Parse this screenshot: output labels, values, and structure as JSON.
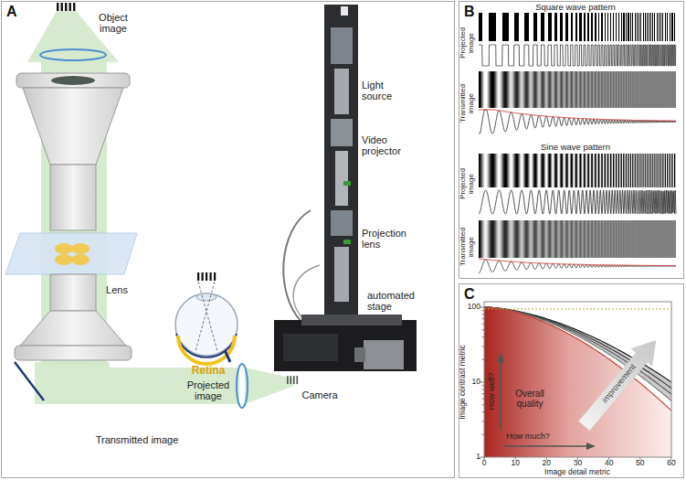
{
  "diagram": {
    "nodes": [
      {
        "text": [
          "A"
        ]
      },
      {
        "text": [
          "B"
        ]
      },
      {
        "text": [
          "C"
        ]
      }
    ],
    "labels": [
      "Object image",
      "Lens",
      "Retina",
      "Projected image",
      "Transmitted image",
      "Camera",
      "Light source",
      "Video projector",
      "Projection lens",
      "automated stage",
      "Square wave pattern",
      "Projected image",
      "Transmitted image",
      "Sine wave pattern",
      "Projected image",
      "Transmitted image",
      "100",
      "10",
      "1",
      "0",
      "10",
      "20",
      "30",
      "40",
      "50",
      "60",
      "Image contrast metric",
      "Image detail metric",
      "How well?",
      "How much?",
      "Overall quality",
      "improvement"
    ]
  }
}
